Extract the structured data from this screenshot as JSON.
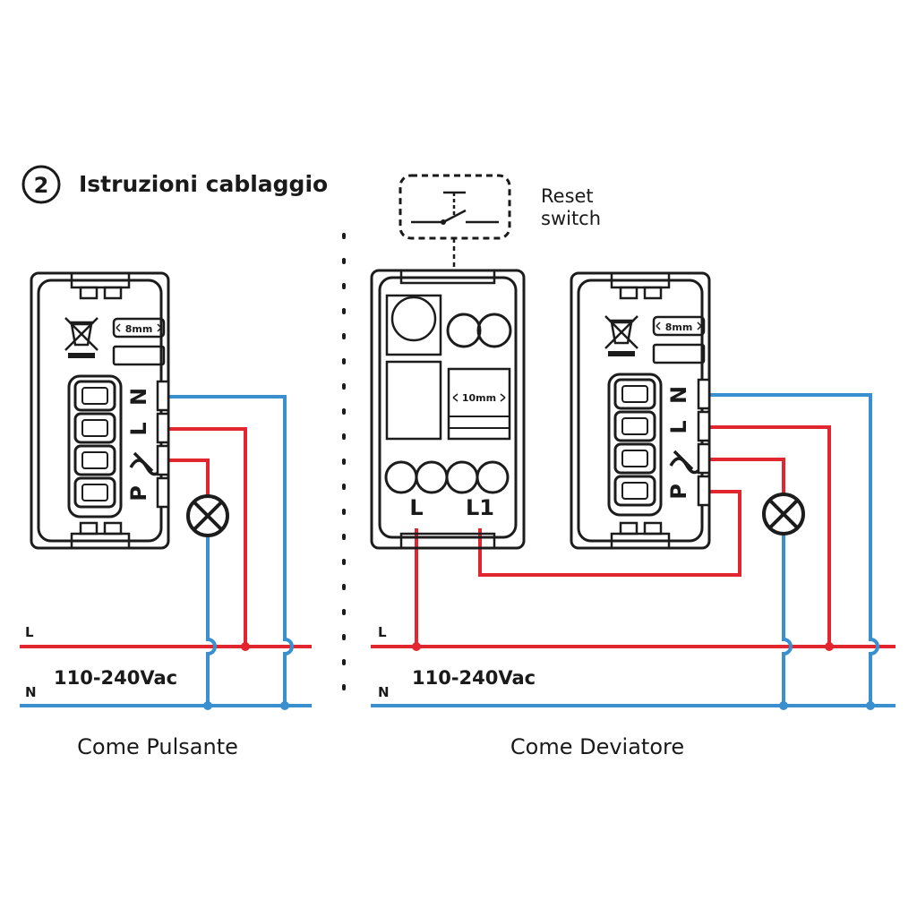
{
  "title": {
    "step": "2",
    "text": "Istruzioni cablaggio"
  },
  "reset_switch": {
    "line1": "Reset",
    "line2": "switch"
  },
  "module": {
    "strip_length": "8mm",
    "terminals": [
      "N",
      "L",
      "",
      "P"
    ]
  },
  "relay": {
    "strip_length": "10mm",
    "terminal_l": "L",
    "terminal_l1": "L1"
  },
  "supply": {
    "line_label": "L",
    "neutral_label": "N",
    "voltage": "110-240Vac"
  },
  "captions": {
    "left": "Come Pulsante",
    "right": "Come Deviatore"
  },
  "colors": {
    "live": "#e2262f",
    "neutral": "#3a8fcf",
    "device": "#1c1c1c"
  }
}
